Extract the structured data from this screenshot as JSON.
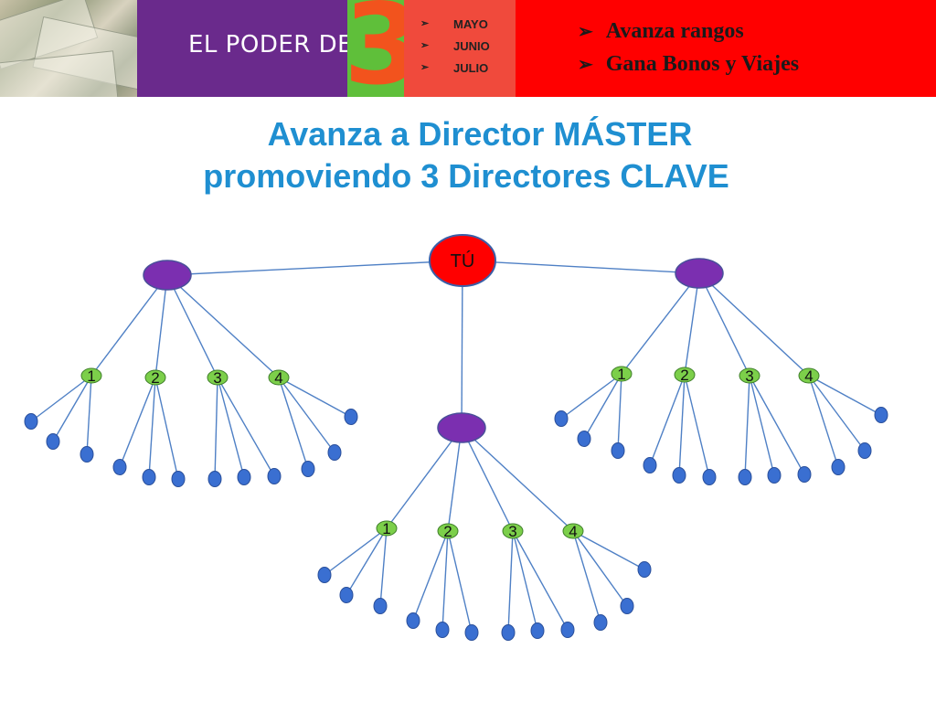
{
  "banner": {
    "brand_text": "EL PODER DE",
    "brand_number": "3",
    "months": [
      "MAYO",
      "JUNIO",
      "JULIO"
    ],
    "points": [
      "Avanza rangos",
      "Gana Bonos y Viajes"
    ],
    "colors": {
      "purple": "#6a2a8c",
      "green": "#5fbf3a",
      "orange": "#f2531d",
      "red": "#ff0000"
    }
  },
  "title": {
    "line1": "Avanza a Director MÁSTER",
    "line2": "promoviendo 3 Directores CLAVE"
  },
  "diagram": {
    "root_label": "TÚ",
    "directors": [
      {
        "level_labels": [
          "1",
          "2",
          "3",
          "4"
        ]
      },
      {
        "level_labels": [
          "1",
          "2",
          "3",
          "4"
        ]
      },
      {
        "level_labels": [
          "1",
          "2",
          "3",
          "4"
        ]
      }
    ],
    "colors": {
      "root": "#ff0000",
      "director": "#7b2fb0",
      "level": "#7ccf4a",
      "leaf": "#3a6fd1",
      "line": "#4f80c5"
    }
  }
}
